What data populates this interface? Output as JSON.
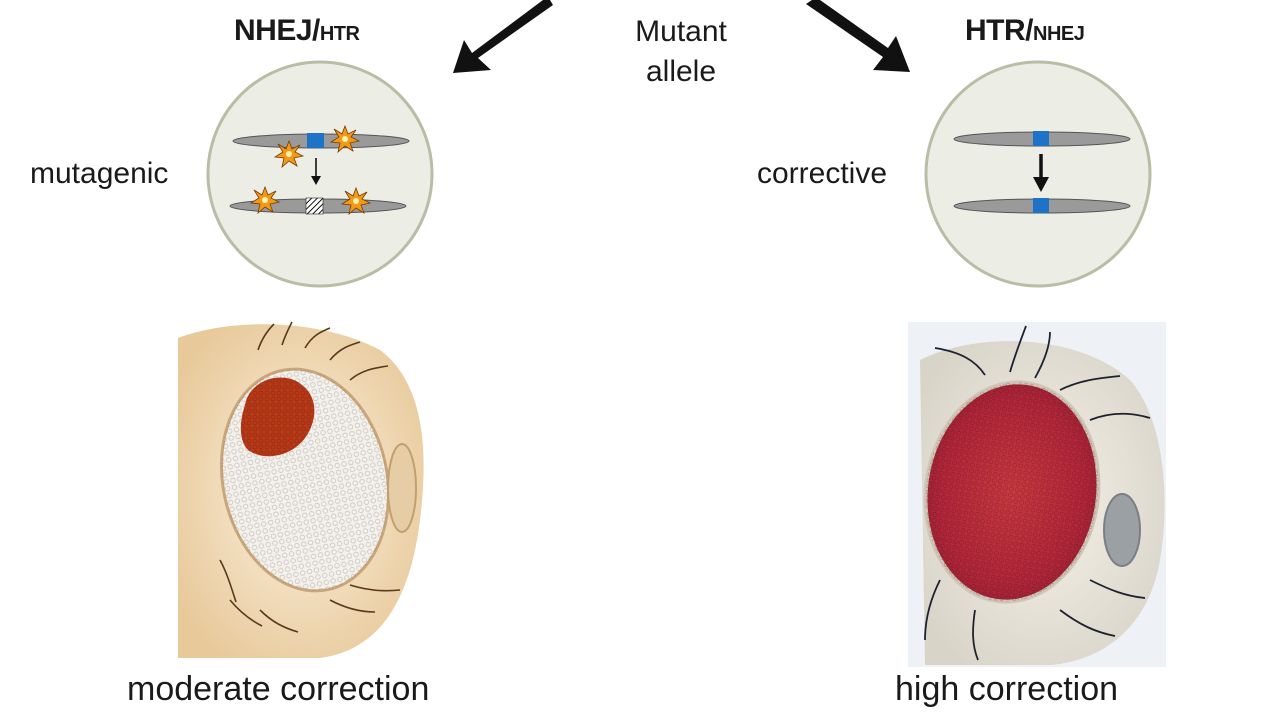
{
  "center": {
    "line1": "Mutant",
    "line2": "allele"
  },
  "left": {
    "heading_main": "NHEJ/",
    "heading_sub": "HTR",
    "outcome_label": "mutagenic",
    "caption": "moderate correction",
    "eye_pigment": "partial"
  },
  "right": {
    "heading_main": "HTR/",
    "heading_sub": "NHEJ",
    "outcome_label": "corrective",
    "caption": "high correction",
    "eye_pigment": "full"
  },
  "colors": {
    "cell_fill": "#eceee6",
    "cell_stroke": "#b9bda6",
    "chromosome": "#9a9a9a",
    "allele_blue": "#1e73c8",
    "spark_orange": "#f29a17",
    "eye_red": "#b42a2a",
    "arrow": "#111111"
  }
}
